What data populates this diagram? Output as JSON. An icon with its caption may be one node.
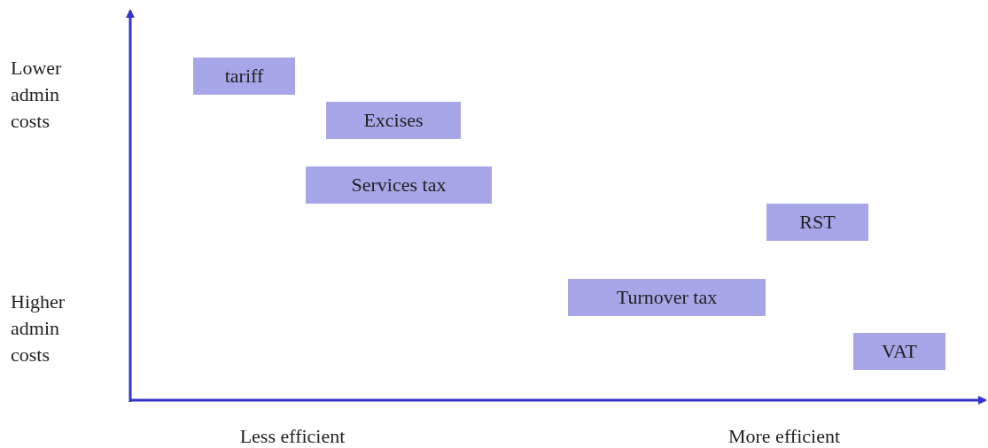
{
  "diagram": {
    "nodes": [
      {
        "text": [
          "tariff"
        ]
      },
      {
        "text": [
          "Excises"
        ]
      },
      {
        "text": [
          "Services tax"
        ]
      },
      {
        "text": [
          "RST"
        ]
      },
      {
        "text": [
          "Turnover tax"
        ]
      },
      {
        "text": [
          "VAT"
        ]
      }
    ],
    "labels": [
      "Lower admin costs",
      "Higher admin costs",
      "Less efficient",
      "More efficient"
    ]
  }
}
